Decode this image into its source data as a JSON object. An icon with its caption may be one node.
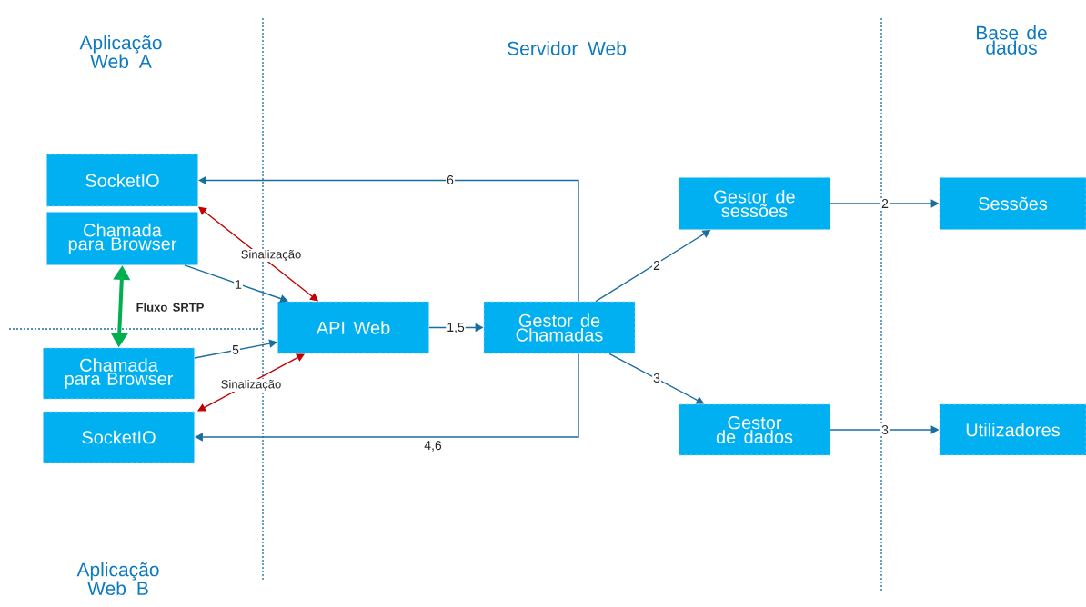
{
  "diagram": {
    "nodes": [
      {
        "text": [
          "SocketIO"
        ]
      },
      {
        "text": [
          "Gestor de sessões"
        ]
      },
      {
        "text": [
          "Sessões"
        ]
      },
      {
        "text": [
          "Chamada para Browser"
        ]
      },
      {
        "text": [
          "API Web"
        ]
      },
      {
        "text": [
          "Gestor de Chamadas"
        ]
      },
      {
        "text": [
          "Chamada para Browser"
        ]
      },
      {
        "text": [
          "SocketIO"
        ]
      },
      {
        "text": [
          "Gestor de dados"
        ]
      },
      {
        "text": [
          "Utilizadores"
        ]
      }
    ],
    "edges": [
      {
        "from": 5,
        "to": 0,
        "arrow": "to",
        "label": "6"
      },
      {
        "from": 5,
        "to": 7,
        "arrow": "to",
        "label": "4,6"
      },
      {
        "from": 3,
        "to": 4,
        "arrow": "to",
        "label": "1"
      },
      {
        "from": 6,
        "to": 4,
        "arrow": "to",
        "label": "5"
      },
      {
        "from": 4,
        "to": 5,
        "arrow": "to",
        "label": "1,5"
      },
      {
        "from": 5,
        "to": 1,
        "arrow": "to",
        "label": "2"
      },
      {
        "from": 5,
        "to": 8,
        "arrow": "to",
        "label": "3"
      },
      {
        "from": 1,
        "to": 2,
        "arrow": "to",
        "label": "2"
      },
      {
        "from": 8,
        "to": 9,
        "arrow": "to",
        "label": "3"
      },
      {
        "from": 0,
        "to": 4,
        "arrow": "both",
        "label": "Sinalização",
        "color": "#c00000"
      },
      {
        "from": 7,
        "to": 4,
        "arrow": "both",
        "label": "Sinalização",
        "color": "#c00000"
      },
      {
        "from": 3,
        "to": 6,
        "arrow": "both",
        "label": "Fluxo SRTP",
        "style": "thick",
        "color": "#00b050"
      }
    ],
    "labels": [
      "Aplicação Web A",
      "Servidor Web",
      "Base de dados",
      "Aplicação Web B"
    ]
  }
}
